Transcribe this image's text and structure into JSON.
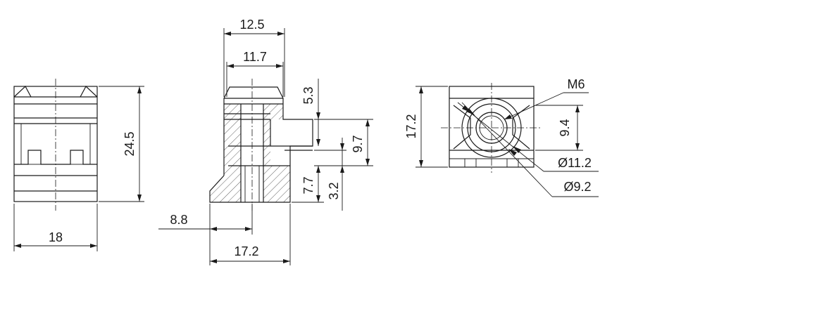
{
  "front_view": {
    "width": "18",
    "height": "24.5"
  },
  "side_view": {
    "top_width": "12.5",
    "inner_width": "11.7",
    "top_offset": "5.3",
    "lug_height": "9.7",
    "lower_height": "7.7",
    "base_height": "3.2",
    "hole_offset": "8.8",
    "base_width": "17.2"
  },
  "top_view": {
    "thread": "M6",
    "height": "17.2",
    "inner_height": "9.4",
    "outer_diameter": "Ø11.2",
    "inner_diameter": "Ø9.2"
  },
  "colors": {
    "line": "#1a1a1a",
    "background": "#ffffff"
  }
}
